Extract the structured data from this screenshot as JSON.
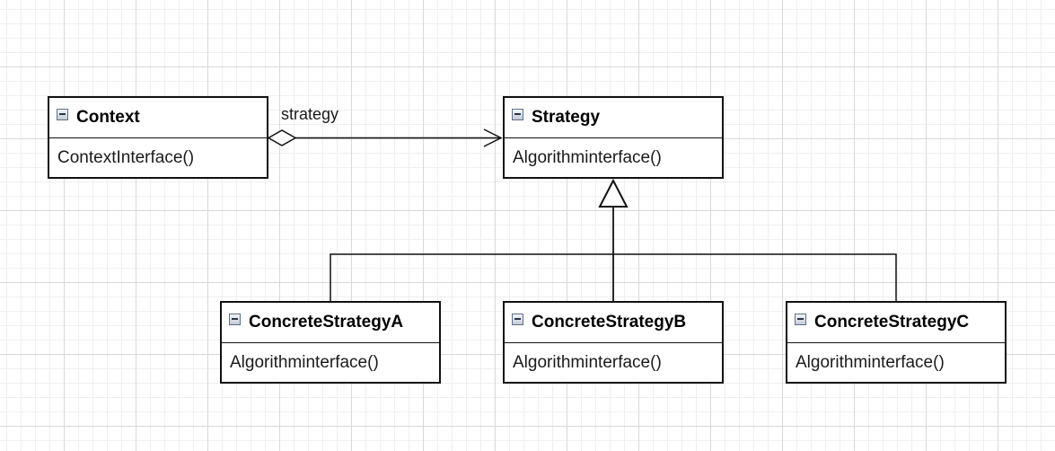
{
  "diagram": {
    "classes": {
      "context": {
        "name": "Context",
        "method": "ContextInterface()"
      },
      "strategy": {
        "name": "Strategy",
        "method": "Algorithminterface()"
      },
      "concrete_a": {
        "name": "ConcreteStrategyA",
        "method": "Algorithminterface()"
      },
      "concrete_b": {
        "name": "ConcreteStrategyB",
        "method": "Algorithminterface()"
      },
      "concrete_c": {
        "name": "ConcreteStrategyC",
        "method": "Algorithminterface()"
      }
    },
    "relations": {
      "aggregation_label": "strategy"
    }
  }
}
